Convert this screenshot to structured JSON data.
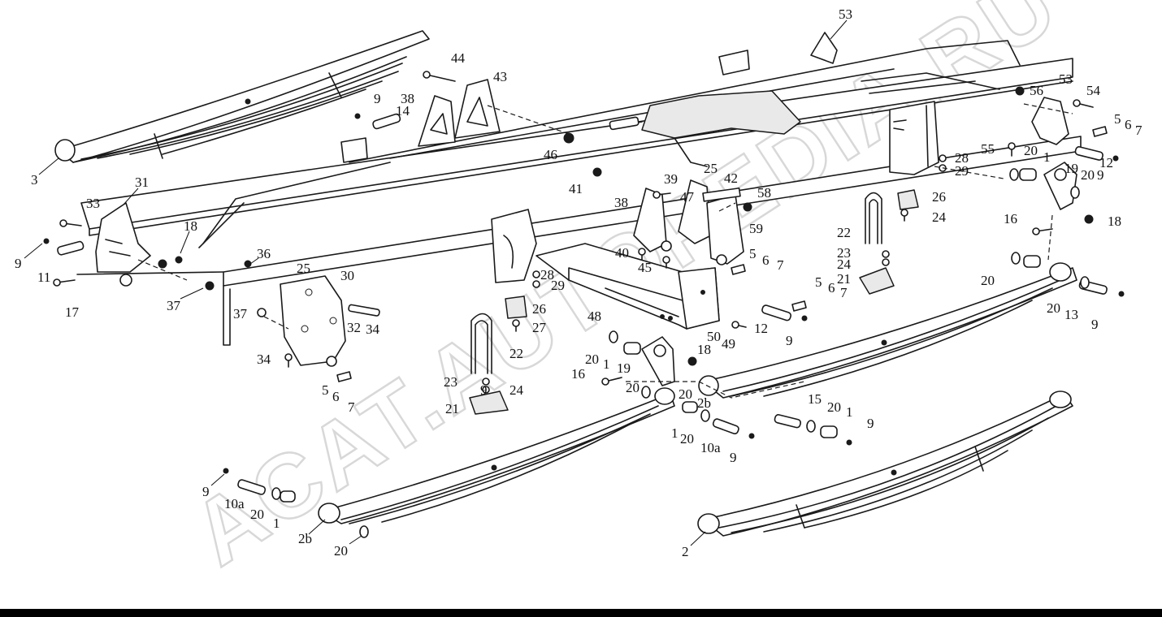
{
  "watermark": "ACAT.AUTOPEDIA.RU",
  "colors": {
    "line": "#1a1a1a",
    "background": "#ffffff",
    "watermark": "#cfcfcf",
    "footer": "#000000"
  },
  "callouts": [
    {
      "id": "c53a",
      "text": "53"
    },
    {
      "id": "c44",
      "text": "44"
    },
    {
      "id": "c43",
      "text": "43"
    },
    {
      "id": "c38a",
      "text": "38"
    },
    {
      "id": "c9a",
      "text": "9"
    },
    {
      "id": "c14",
      "text": "14"
    },
    {
      "id": "c56",
      "text": "56"
    },
    {
      "id": "c53b",
      "text": "53"
    },
    {
      "id": "c54",
      "text": "54"
    },
    {
      "id": "c5a",
      "text": "5"
    },
    {
      "id": "c6a",
      "text": "6"
    },
    {
      "id": "c7a",
      "text": "7"
    },
    {
      "id": "c3",
      "text": "3"
    },
    {
      "id": "c46",
      "text": "46"
    },
    {
      "id": "c55",
      "text": "55"
    },
    {
      "id": "c20a",
      "text": "20"
    },
    {
      "id": "c1a",
      "text": "1"
    },
    {
      "id": "c12a",
      "text": "12"
    },
    {
      "id": "c28a",
      "text": "28"
    },
    {
      "id": "c29a",
      "text": "29"
    },
    {
      "id": "c19a",
      "text": "19"
    },
    {
      "id": "c20b",
      "text": "20"
    },
    {
      "id": "c9b",
      "text": "9"
    },
    {
      "id": "c31",
      "text": "31"
    },
    {
      "id": "c41",
      "text": "41"
    },
    {
      "id": "c39",
      "text": "39"
    },
    {
      "id": "c25a",
      "text": "25"
    },
    {
      "id": "c42",
      "text": "42"
    },
    {
      "id": "c33",
      "text": "33"
    },
    {
      "id": "c38b",
      "text": "38"
    },
    {
      "id": "c47",
      "text": "47"
    },
    {
      "id": "c58",
      "text": "58"
    },
    {
      "id": "c26a",
      "text": "26"
    },
    {
      "id": "c22a",
      "text": "22"
    },
    {
      "id": "c24a",
      "text": "24"
    },
    {
      "id": "c18a",
      "text": "18"
    },
    {
      "id": "c59",
      "text": "59"
    },
    {
      "id": "c16a",
      "text": "16"
    },
    {
      "id": "c18b",
      "text": "18"
    },
    {
      "id": "c9c",
      "text": "9"
    },
    {
      "id": "c36",
      "text": "36"
    },
    {
      "id": "c40",
      "text": "40"
    },
    {
      "id": "c5b",
      "text": "5"
    },
    {
      "id": "c23a",
      "text": "23"
    },
    {
      "id": "c24b",
      "text": "24"
    },
    {
      "id": "c11",
      "text": "11"
    },
    {
      "id": "c25b",
      "text": "25"
    },
    {
      "id": "c30",
      "text": "30"
    },
    {
      "id": "c45",
      "text": "45"
    },
    {
      "id": "c6b",
      "text": "6"
    },
    {
      "id": "c7b",
      "text": "7"
    },
    {
      "id": "c28b",
      "text": "28"
    },
    {
      "id": "c29b",
      "text": "29"
    },
    {
      "id": "c21a",
      "text": "21"
    },
    {
      "id": "c20c",
      "text": "20"
    },
    {
      "id": "c17",
      "text": "17"
    },
    {
      "id": "c37a",
      "text": "37"
    },
    {
      "id": "c5c",
      "text": "5"
    },
    {
      "id": "c6c",
      "text": "6"
    },
    {
      "id": "c7c",
      "text": "7"
    },
    {
      "id": "c26b",
      "text": "26"
    },
    {
      "id": "c20d",
      "text": "20"
    },
    {
      "id": "c13",
      "text": "13"
    },
    {
      "id": "c9d",
      "text": "9"
    },
    {
      "id": "c37b",
      "text": "37"
    },
    {
      "id": "c48",
      "text": "48"
    },
    {
      "id": "c32",
      "text": "32"
    },
    {
      "id": "c34a",
      "text": "34"
    },
    {
      "id": "c27",
      "text": "27"
    },
    {
      "id": "c12b",
      "text": "12"
    },
    {
      "id": "c50",
      "text": "50"
    },
    {
      "id": "c49",
      "text": "49"
    },
    {
      "id": "c9e",
      "text": "9"
    },
    {
      "id": "c22b",
      "text": "22"
    },
    {
      "id": "c34b",
      "text": "34"
    },
    {
      "id": "c18c",
      "text": "18"
    },
    {
      "id": "c20e",
      "text": "20"
    },
    {
      "id": "c1b",
      "text": "1"
    },
    {
      "id": "c16b",
      "text": "16"
    },
    {
      "id": "c19b",
      "text": "19"
    },
    {
      "id": "c5d",
      "text": "5"
    },
    {
      "id": "c6d",
      "text": "6"
    },
    {
      "id": "c20f",
      "text": "20"
    },
    {
      "id": "c23b",
      "text": "23"
    },
    {
      "id": "c9f",
      "text": "9"
    },
    {
      "id": "c24c",
      "text": "24"
    },
    {
      "id": "c7d",
      "text": "7"
    },
    {
      "id": "c20g",
      "text": "20"
    },
    {
      "id": "c21b",
      "text": "21"
    },
    {
      "id": "c2b",
      "text": "2b"
    },
    {
      "id": "c15",
      "text": "15"
    },
    {
      "id": "c20h",
      "text": "20"
    },
    {
      "id": "c1c",
      "text": "1"
    },
    {
      "id": "c9g",
      "text": "9"
    },
    {
      "id": "c1d",
      "text": "1"
    },
    {
      "id": "c20i",
      "text": "20"
    },
    {
      "id": "c10a",
      "text": "10a"
    },
    {
      "id": "c9h",
      "text": "9"
    },
    {
      "id": "c9i",
      "text": "9"
    },
    {
      "id": "c10b",
      "text": "10a"
    },
    {
      "id": "c20j",
      "text": "20"
    },
    {
      "id": "c1e",
      "text": "1"
    },
    {
      "id": "c2bb",
      "text": "2b"
    },
    {
      "id": "c2",
      "text": "2"
    },
    {
      "id": "c20k",
      "text": "20"
    }
  ]
}
